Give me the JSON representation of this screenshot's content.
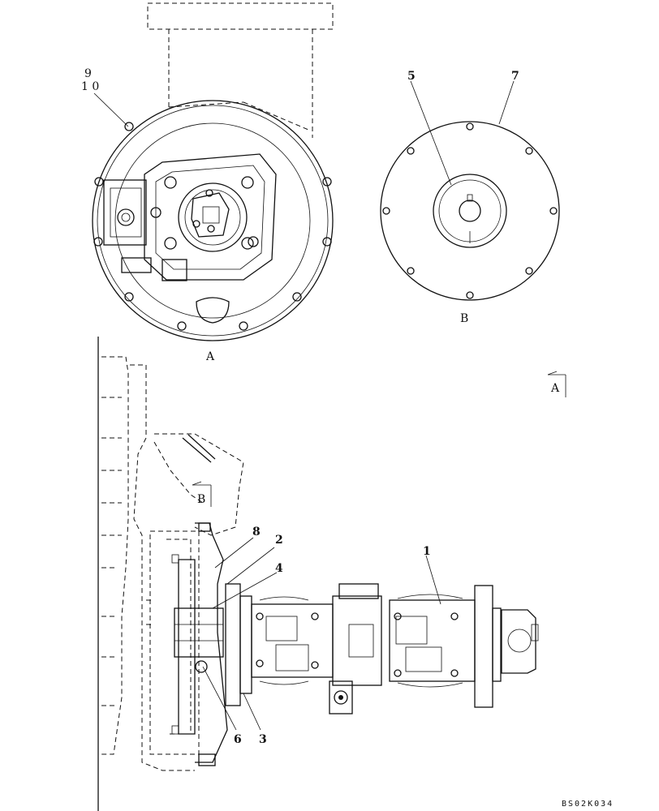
{
  "drawing_code": "BS02K034",
  "views": {
    "a": {
      "label": "A"
    },
    "b": {
      "label": "B"
    }
  },
  "section_markers": {
    "a": "A",
    "b": "B"
  },
  "callouts": {
    "c1": "1",
    "c2": "2",
    "c3": "3",
    "c4": "4",
    "c5": "5",
    "c6": "6",
    "c7": "7",
    "c8": "8",
    "c9": "9",
    "c10": "1 0"
  }
}
